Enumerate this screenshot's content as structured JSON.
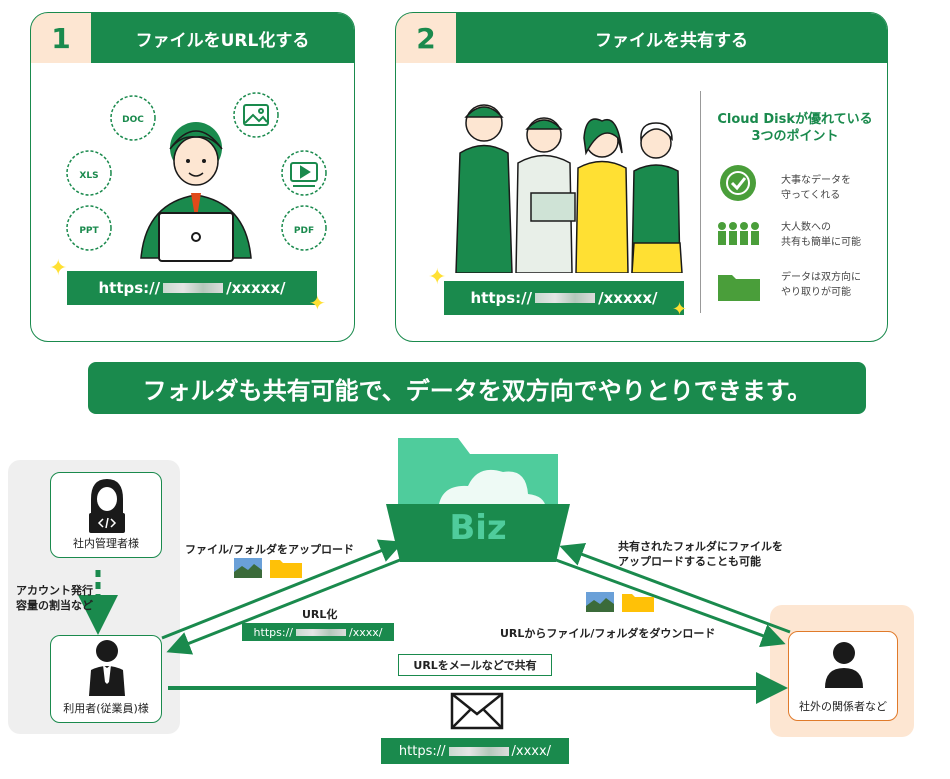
{
  "card1": {
    "num": "1",
    "title": "ファイルをURL化する",
    "url_prefix": "https://",
    "url_suffix": "/xxxxx/",
    "file_icons": [
      "DOC",
      "XLS",
      "PPT",
      "PDF"
    ]
  },
  "card2": {
    "num": "2",
    "title": "ファイルを共有する",
    "url_prefix": "https://",
    "url_suffix": "/xxxxx/",
    "points_title_1": "Cloud Diskが優れている",
    "points_title_2": "3つのポイント",
    "points": [
      {
        "icon": "check-badge-icon",
        "line1": "大事なデータを",
        "line2": "守ってくれる"
      },
      {
        "icon": "people-icon",
        "line1": "大人数への",
        "line2": "共有も簡単に可能"
      },
      {
        "icon": "folder-icon",
        "line1": "データは双方向に",
        "line2": "やり取りが可能"
      }
    ]
  },
  "banner": "フォルダも共有可能で、データを双方向でやりとりできます。",
  "diagram": {
    "folder_text": "Biz",
    "admin_label": "社内管理者様",
    "account_1": "アカウント発行",
    "account_2": "容量の割当など",
    "user_label": "利用者(従業員)様",
    "external_label": "社外の関係者など",
    "upload_label": "ファイル/フォルダをアップロード",
    "url_label": "URL化",
    "url_small_prefix": "https://",
    "url_small_suffix": "/xxxx/",
    "share_label": "URLをメールなどで共有",
    "shared_upload_1": "共有されたフォルダにファイルを",
    "shared_upload_2": "アップロードすることも可能",
    "download_label": "URLからファイル/フォルダをダウンロード",
    "bottom_url_prefix": "https://",
    "bottom_url_suffix": "/xxxx/"
  },
  "colors": {
    "green": "#1a8a4d",
    "peach": "#fde6d2",
    "yellow": "#ffe033"
  }
}
